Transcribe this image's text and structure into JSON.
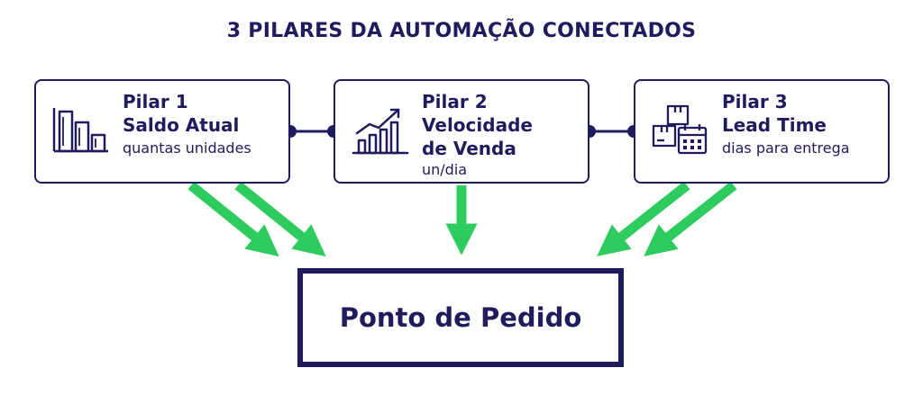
{
  "title": "3 PILARES DA AUTOMAÇÃO CONECTADOS",
  "pillars": [
    {
      "label": "Pilar 1",
      "name": "Saldo Atual",
      "desc": "quantas unidades",
      "icon": "inventory-bars-icon"
    },
    {
      "label": "Pilar 2",
      "name_line1": "Velocidade",
      "name_line2": "de Venda",
      "desc": "un/dia",
      "icon": "growth-chart-icon"
    },
    {
      "label": "Pilar 3",
      "name": "Lead Time",
      "desc": "dias para entrega",
      "icon": "boxes-calendar-icon"
    }
  ],
  "target": {
    "label": "Ponto de Pedido"
  },
  "colors": {
    "navy": "#1f1b5c",
    "arrow_green": "#2ecc5e"
  }
}
